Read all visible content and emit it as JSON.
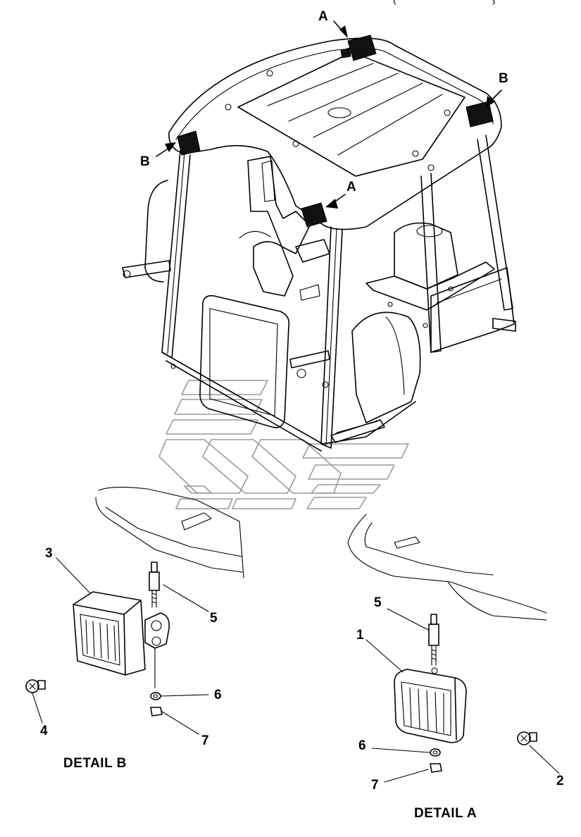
{
  "top_clip_text": "(",
  "callouts": {
    "a_top": "A",
    "a_mid": "A",
    "b_left": "B",
    "b_right": "B"
  },
  "detail_b": {
    "caption": "DETAIL B",
    "part_3": "3",
    "part_5": "5",
    "part_6": "6",
    "part_7": "7",
    "part_4": "4"
  },
  "detail_a": {
    "caption": "DETAIL A",
    "part_5": "5",
    "part_1": "1",
    "part_6": "6",
    "part_7": "7",
    "part_2": "2"
  }
}
